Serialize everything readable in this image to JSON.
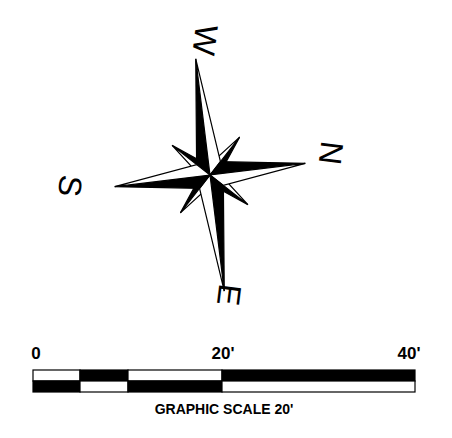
{
  "diagram": {
    "labels": [
      "W",
      "N",
      "S",
      "E",
      "0",
      "20'",
      "40'",
      "GRAPHIC SCALE 20'"
    ]
  }
}
